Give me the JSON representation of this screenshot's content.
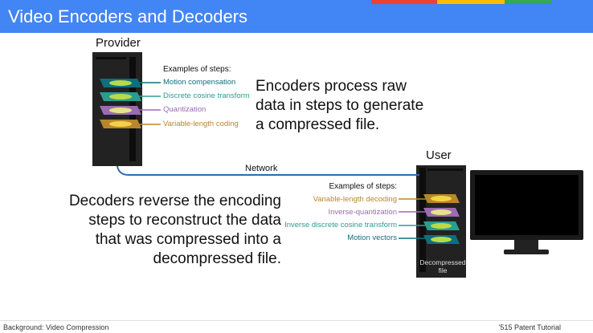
{
  "slide": {
    "title": "Video Encoders and Decoders",
    "accent_colors": [
      "#4285f4",
      "#ea4335",
      "#fbbc05",
      "#34a853"
    ]
  },
  "provider": {
    "label": "Provider",
    "examples_title": "Examples of steps:",
    "steps": [
      {
        "label": "Motion compensation",
        "color": "#0e6e7e"
      },
      {
        "label": "Discrete cosine transform",
        "color": "#2a9d8f"
      },
      {
        "label": "Quantization",
        "color": "#9b6bb3"
      },
      {
        "label": "Variable-length coding",
        "color": "#b8862b"
      }
    ]
  },
  "encoder_text": [
    "Encoders process raw",
    "data in steps to generate",
    "a compressed file."
  ],
  "network": {
    "label": "Network",
    "color": "#2b6cb0"
  },
  "user": {
    "label": "User",
    "examples_title": "Examples of steps:",
    "steps": [
      {
        "label": "Variable-length decoding",
        "color": "#b8862b"
      },
      {
        "label": "Inverse-quantization",
        "color": "#9b6bb3"
      },
      {
        "label": "Inverse discrete cosine transform",
        "color": "#2a9d8f"
      },
      {
        "label": "Motion vectors",
        "color": "#0e6e7e"
      }
    ],
    "file_label": "Decompressed file"
  },
  "decoder_text": [
    "Decoders reverse the encoding",
    "steps to reconstruct the data",
    "that was compressed into a",
    "decompressed file."
  ],
  "footer": {
    "left": "Background: Video Compression",
    "right": "'515 Patent Tutorial"
  }
}
